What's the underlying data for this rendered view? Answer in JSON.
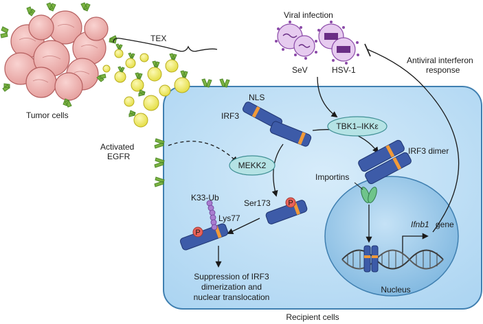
{
  "labels": {
    "tumor_cells": "Tumor cells",
    "tex": "TEX",
    "activated": "Activated",
    "egfr": "EGFR",
    "viral_infection": "Viral infection",
    "sev": "SeV",
    "hsv1": "HSV-1",
    "antiviral_line1": "Antiviral interferon",
    "antiviral_line2": "response",
    "nls": "NLS",
    "irf3": "IRF3",
    "tbk1": "TBK1–IKKε",
    "irf3_dimer": "IRF3 dimer",
    "mekk2": "MEKK2",
    "importins": "Importins",
    "k33_ub": "K33-Ub",
    "ser173": "Ser173",
    "lys77": "Lys77",
    "p": "P",
    "ifnb1": "Ifnb1",
    "gene": "gene",
    "suppression_line1": "Suppression of IRF3",
    "suppression_line2": "dimerization and",
    "suppression_line3": "nuclear translocation",
    "nucleus": "Nucleus",
    "recipient_cells": "Recipient cells"
  },
  "colors": {
    "cell_fill": "#bfe0f7",
    "cell_stroke": "#3f7fb0",
    "nucleus_fill": "#8ec0e6",
    "tumor_fill": "#f2b7b5",
    "tumor_stroke": "#b55f5f",
    "tex_fill": "#f2ee66",
    "receptor": "#7cb342",
    "protein": "#3d5ba8",
    "nls_band": "#f29a38",
    "kinase_fill": "#b5e3e5",
    "virus": "#8b4aa8",
    "phospho": "#e8625a",
    "ubiquitin": "#a97dd0"
  }
}
